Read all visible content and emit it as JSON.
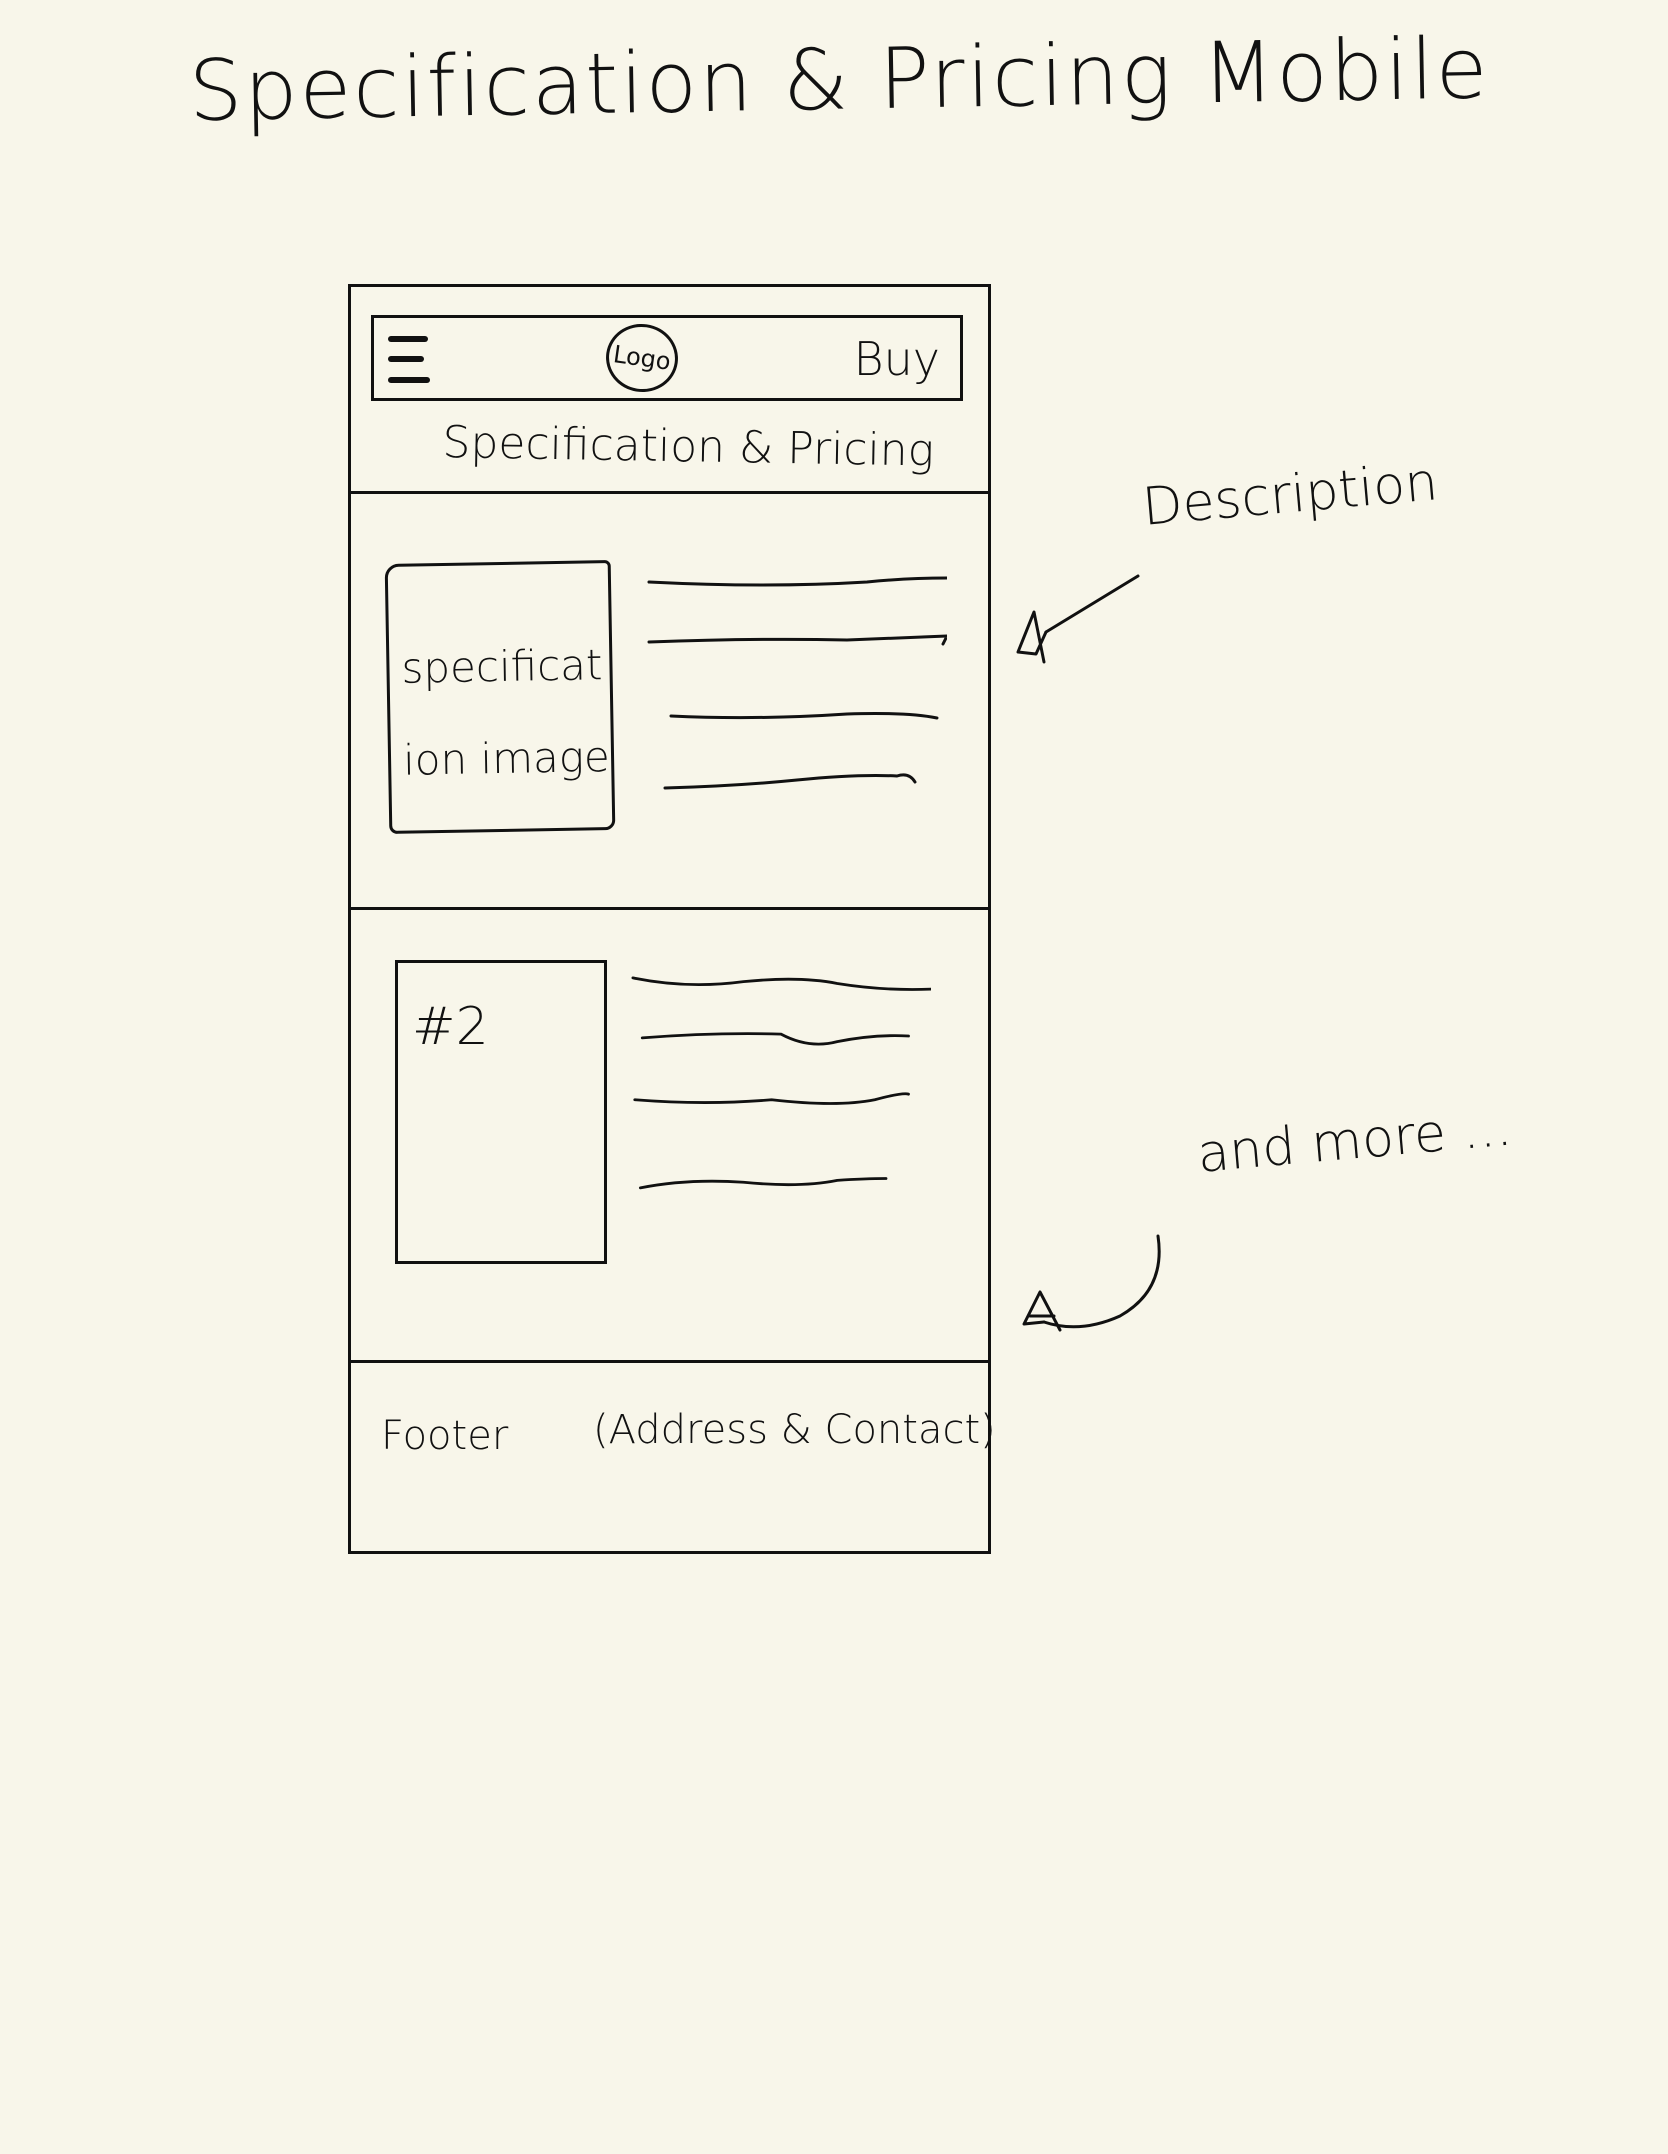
{
  "title": "Specification & Pricing Mobile",
  "header": {
    "menu_icon": "hamburger-menu-icon",
    "logo": "Logo",
    "buy": "Buy",
    "section_heading": "Specification & Pricing"
  },
  "sections": [
    {
      "image_label": "specification image"
    },
    {
      "image_label": "#2"
    }
  ],
  "footer": {
    "label": "Footer",
    "contact": "(Address & Contact)"
  },
  "annotations": {
    "description": "Description",
    "more": "and more ..."
  }
}
